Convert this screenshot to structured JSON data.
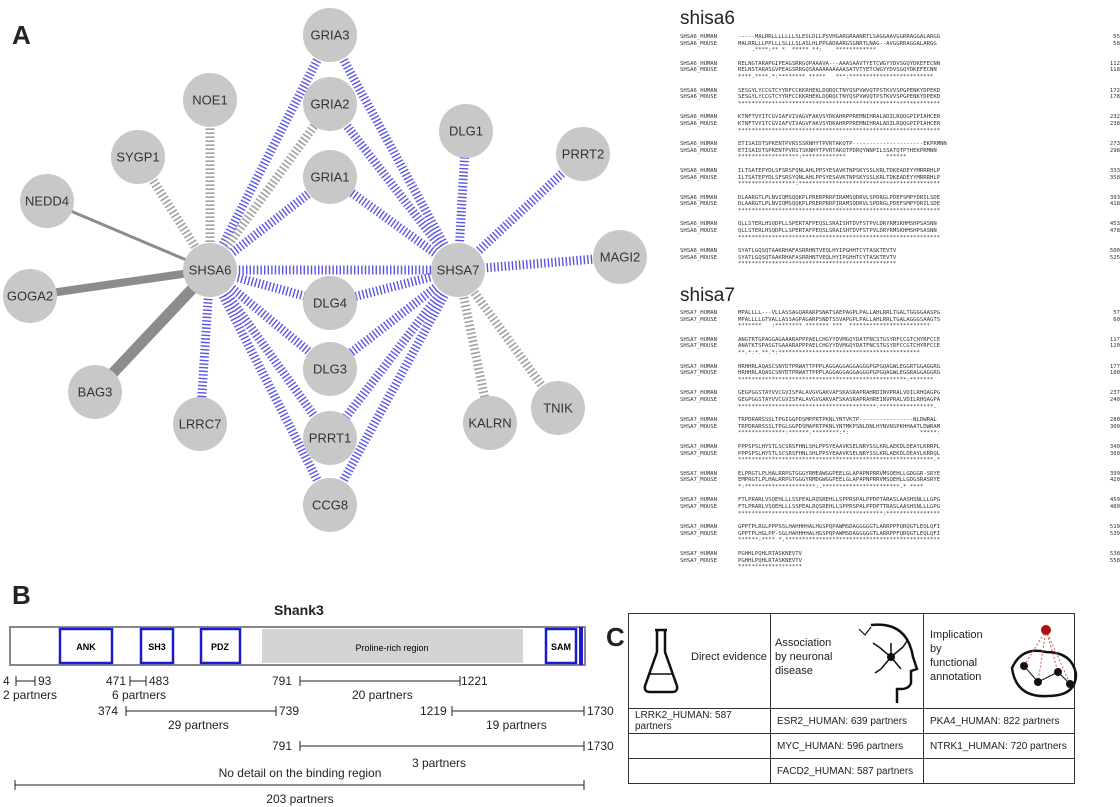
{
  "panels": {
    "a": "A",
    "b": "B",
    "c": "C"
  },
  "network": {
    "nodes": {
      "GRIA3": "GRIA3",
      "NOE1": "NOE1",
      "SYGP1": "SYGP1",
      "GRIA2": "GRIA2",
      "DLG1": "DLG1",
      "PRRT2": "PRRT2",
      "NEDD4": "NEDD4",
      "GRIA1": "GRIA1",
      "SHSA6": "SHSA6",
      "SHSA7": "SHSA7",
      "MAGI2": "MAGI2",
      "GOGA2": "GOGA2",
      "DLG4": "DLG4",
      "DLG3": "DLG3",
      "BAG3": "BAG3",
      "TNIK": "TNIK",
      "LRRC7": "LRRC7",
      "PRRT1": "PRRT1",
      "KALRN": "KALRN",
      "CCG8": "CCG8"
    },
    "colors": {
      "node": "#c8c8c8",
      "blue_edge": "#5a55e0",
      "grey_edge": "#a0a0a0",
      "solid_edge": "#8c8c8c"
    }
  },
  "alignments": {
    "shisa6": {
      "title": "shisa6",
      "blocks": [
        [
          [
            "SHSA6_HUMAN",
            "-----MALRRLLLLLLLSLESLDLLPSVHGARGRAANRTLSAGGAAVGGRRAGGALARGG",
            "55"
          ],
          [
            "SHSA6_MOUSE",
            "MALRRLLLPPLLLSLLLSLASLHLPPGADAARGSGNRTLNAG--AVGGRRAGGALARGG",
            "58"
          ],
          [
            "",
            "    .****:** *  ***** **:    ************",
            ""
          ]
        ],
        [
          [
            "SHSA6_HUMAN",
            "RELNGTARAPGIPEAGSRRGQPAAAVA---AAASAAVTYETCWGYYDVSGQYDKEFECNN",
            "112"
          ],
          [
            "SHSA6_MOUSE",
            "RELNSTARASGVPEAGSRRGQSAAAAAAAAAASATVTYETCWGYYDVSGQYDKEFECNN",
            "118"
          ],
          [
            "",
            "****.****.*:******** *****   ***:*************************",
            ""
          ]
        ],
        [
          [
            "SHSA6_HUMAN",
            "SESGYLYCCGTCYYRFCCKKRHEKLDQRQCTNYQSPVWVQTPSTKVVSPGPENKYDPEKD",
            "172"
          ],
          [
            "SHSA6_MOUSE",
            "SESGYLYCCGTCYYRFCCKKRHEKLDQRQCTNYQSPVWVQTPSTKVVSPGPENKYDPEKD",
            "178"
          ],
          [
            "",
            "************************************************************",
            ""
          ]
        ],
        [
          [
            "SHSA6_HUMAN",
            "KTNFTVYITCGVIAFVIVAGVFAKVSYDKAHRPPREMNIHRALADILRQQGPIPIAHCER",
            "232"
          ],
          [
            "SHSA6_MOUSE",
            "KTNFTVYITCGVIAFVIVAGVFAKVSYDKAHRPPREMNIHRALADILRQQGPIPIAHCER",
            "238"
          ],
          [
            "",
            "************************************************************",
            ""
          ]
        ],
        [
          [
            "SHSA6_HUMAN",
            "ETISAIDTSPKENTPVRSSSKNHYTPVRTAKQTP---------------------EKPRMNN",
            "273"
          ],
          [
            "SHSA6_MOUSE",
            "ETISAIDTSPKENTPVRSTSKNHYTPVRTAKQTPDRQYNNPILSSATQTPTHEKPRMNN",
            "298"
          ],
          [
            "",
            "******************:*************            ******",
            ""
          ]
        ],
        [
          [
            "SHSA6_HUMAN",
            "ILTSATEPYDLSFSRSFQNLAHLPPSYESAVKTNPSKYSSLKRLTDKEADEYYMRRRHLP",
            "333"
          ],
          [
            "SHSA6_MOUSE",
            "ILTSATEPYDLSFSRSYQNLAHLPPSYESAVKTNPSKYSSLKRLTDKEADEYYMRRRHLP",
            "358"
          ],
          [
            "",
            "*****************:******************************************",
            ""
          ]
        ],
        [
          [
            "SHSA6_HUMAN",
            "DLAARGTLPLNVIQMSQQKPLPRERPRRPIRAMSQDRVLSPDRGLPDEFSMPYDRILSDE",
            "393"
          ],
          [
            "SHSA6_MOUSE",
            "DLAARGTLPLNVIQMSQQKPLPRERPRRPIRAMSQDRVLSPDRGLPDEFSMPYDRILSDE",
            "418"
          ],
          [
            "",
            "************************************************************",
            ""
          ]
        ],
        [
          [
            "SHSA6_HUMAN",
            "QLLSTERLHSQDPLLSPERTAFPEQSLSRAISHTDVFSTPVLDRYRMSKHMSHPSASNN",
            "453"
          ],
          [
            "SHSA6_MOUSE",
            "QLLSTERLHSQDPLLSPERTAFPEQSLSRAISHTDVFSTPVLDRYRMSKHMSHPSASNN",
            "478"
          ],
          [
            "",
            "************************************************************",
            ""
          ]
        ],
        [
          [
            "SHSA6_HUMAN",
            "SYATLGQSQTAAKRHAFASRRHNTVEQLHYIPGHHTCYTASKTEVTV",
            "500"
          ],
          [
            "SHSA6_MOUSE",
            "SYATLGQSQTAAKRHAFASRRHNTVEQLHYIPGHHTCYTASKTEVTV",
            "525"
          ],
          [
            "",
            "***********************************************",
            ""
          ]
        ]
      ]
    },
    "shisa7": {
      "title": "shisa7",
      "blocks": [
        [
          [
            "SHSA7_HUMAN",
            "MPALLLL---VLLASSAGQARARPSNATSAEPAGPLPALLAHLRRLTGALTGGGGAASPG",
            "57"
          ],
          [
            "SHSA7_MOUSE",
            "MPALLLLGTVALLASSAGPAGARPSNDTSSVAPGPLPALLAHLRRLTGALAGGGSAAGTS",
            "60"
          ],
          [
            "",
            "*******   :******** ******* ***  ************************",
            ""
          ]
        ],
        [
          [
            "SHSA7_HUMAN",
            "ANGTRTGPAGGAGAAARAPPPAELCHGYYDVMGQYDATFNCSTGSYRFCCGTCHYRFCCE",
            "117"
          ],
          [
            "SHSA7_MOUSE",
            "ANATKTSPASGTGAAARAPPPAELCHGYYDVMGQYDATFNCSTGSYRFCCGTCHYRFCCE",
            "120"
          ],
          [
            "",
            "**.*:*.**.*:******************************************",
            ""
          ]
        ],
        [
          [
            "SHSA7_HUMAN",
            "HRHHRLAQASCSNYDTPRWATTPPPLAGGAGGAGGAGGGPGPGQAGWLEGGRTGGAGGRG",
            "177"
          ],
          [
            "SHSA7_MOUSE",
            "HRHHRLAQASCSNYDTPRWATTPPPLAGGAGGAGGAGGGPGPGQAGWLEGGRAGGAGGRG",
            "180"
          ],
          [
            "",
            "**************************************************:*******",
            ""
          ]
        ],
        [
          [
            "SHSA7_HUMAN",
            "GEGPGGSTAYVVCGVISFALAVGVGAKVAFSKASRAPRAHRDINVPRALVDILRHQAGPG",
            "237"
          ],
          [
            "SHSA7_MOUSE",
            "GEGPGGSTAYVVCGVISFALAVGVGAKVAFSKASRAPRAHREINVPRALVDILRHQAGPA",
            "240"
          ],
          [
            "",
            "*****************************************:****************.",
            ""
          ]
        ],
        [
          [
            "SHSA7_HUMAN",
            "TRPDRARSSSLTPGIGGPDSMPPRTPKNLYNTVKTP----------------NLDWRAL",
            "280"
          ],
          [
            "SHSA7_MOUSE",
            "TRPDRARSSSLTPGLGGPDSMAPRTPKNLYNTMKPSNLDNLHYNVNSPKHHAATLDWRAM",
            "300"
          ],
          [
            "",
            "**************:******.********:*:                     *****:",
            ""
          ]
        ],
        [
          [
            "SHSA7_HUMAN",
            "PPPSPSLHYSTLSCSRSFHNLSHLPPSYEAAVKSELNRYSSLKRLAEKDLDEAYLKRRPL",
            "340"
          ],
          [
            "SHSA7_MOUSE",
            "PPPSPSLHYSTLSCSRSFHNLSHLPPSYEAAVKSELNRYSSLKRLAEKDLDEAYLKRRQL",
            "360"
          ],
          [
            "",
            "**********************************************************.*",
            ""
          ]
        ],
        [
          [
            "SHSA7_HUMAN",
            "ELPRGTLPLHALRRPGTGGGYRMEAWGGPEELGLAPAPNPRRVMSQEHLLGDGGR-SRYE",
            "399"
          ],
          [
            "SHSA7_MOUSE",
            "EMPRGTLPLHALRRPGTGGGYRMDGWGGPEELGLAPAPNPRRVMSQEHLLGDGSRASRYE",
            "420"
          ],
          [
            "",
            "*:*********************:.***********************.* ****",
            ""
          ]
        ],
        [
          [
            "SHSA7_HUMAN",
            "FTLPRARLVSQEHLLLSSPEALRQSREHLLSPPRSPALPPDPTARASLAASHSNLLLGPG",
            "459"
          ],
          [
            "SHSA7_MOUSE",
            "FTLPRARLVSQEHLLLSSPEALRQSREHLLSPPRSPALPPDPTTRASLAASHSNLLLGPG",
            "480"
          ],
          [
            "",
            "*******************************************:****************",
            ""
          ]
        ],
        [
          [
            "SHSA7_HUMAN",
            "GPPTPLRGLPPPSSLHAHHHHALHGSPQPAWMSDAGGGGGTLARRPPFQRQGTLEQLQFI",
            "519"
          ],
          [
            "SHSA7_MOUSE",
            "GPPTPLHGLPP-SGLHAHHHHALHGSPQPAWMSDAGGGGGTLARRPPFQRQGTLEQLQFI",
            "539"
          ],
          [
            "",
            "******:**** *.**********************************************",
            ""
          ]
        ],
        [
          [
            "SHSA7_HUMAN",
            "PGHHLPQHLRTASKNEVTV",
            "538"
          ],
          [
            "SHSA7_MOUSE",
            "PGHHLPQHLRTASKNEVTV",
            "558"
          ],
          [
            "",
            "*******************",
            ""
          ]
        ]
      ]
    }
  },
  "shank3": {
    "title": "Shank3",
    "domains": {
      "ank": "ANK",
      "sh3": "SH3",
      "pdz": "PDZ",
      "proline": "Proline-rich region",
      "sam": "SAM"
    },
    "ranges": [
      {
        "start": "4",
        "end": "93",
        "label": "2 partners"
      },
      {
        "start": "471",
        "end": "483",
        "label": "6 partners"
      },
      {
        "start": "791",
        "end": "1221",
        "label": "20 partners"
      },
      {
        "start": "374",
        "end": "739",
        "label": "29 partners"
      },
      {
        "start": "1219",
        "end": "1730",
        "label": "19 partners"
      },
      {
        "start": "791",
        "end": "1730",
        "label": "3 partners"
      },
      {
        "start": "",
        "end": "",
        "label": "203 partners"
      }
    ],
    "no_detail": "No detail on the binding region"
  },
  "table": {
    "headers": {
      "direct": "Direct evidence",
      "assoc": [
        "Association",
        "by neuronal",
        "disease"
      ],
      "impl": [
        "Implication",
        "by",
        "functional",
        "annotation"
      ]
    },
    "rows": [
      [
        "LRRK2_HUMAN: 587 partners",
        "ESR2_HUMAN: 639 partners",
        "PKA4_HUMAN: 822 partners"
      ],
      [
        "",
        "MYC_HUMAN: 596 partners",
        "NTRK1_HUMAN: 720 partners"
      ],
      [
        "",
        "FACD2_HUMAN: 587 partners",
        ""
      ]
    ]
  }
}
